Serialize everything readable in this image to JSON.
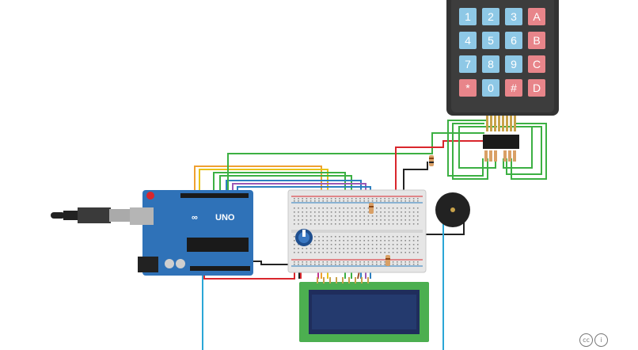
{
  "keypad": {
    "keys": [
      {
        "label": "1",
        "type": "digit"
      },
      {
        "label": "2",
        "type": "digit"
      },
      {
        "label": "3",
        "type": "digit"
      },
      {
        "label": "A",
        "type": "letter"
      },
      {
        "label": "4",
        "type": "digit"
      },
      {
        "label": "5",
        "type": "digit"
      },
      {
        "label": "6",
        "type": "digit"
      },
      {
        "label": "B",
        "type": "letter"
      },
      {
        "label": "7",
        "type": "digit"
      },
      {
        "label": "8",
        "type": "digit"
      },
      {
        "label": "9",
        "type": "digit"
      },
      {
        "label": "C",
        "type": "letter"
      },
      {
        "label": "*",
        "type": "letter"
      },
      {
        "label": "0",
        "type": "digit"
      },
      {
        "label": "#",
        "type": "letter"
      },
      {
        "label": "D",
        "type": "letter"
      }
    ]
  },
  "arduino": {
    "logo_text": "UNO",
    "brand_mark": "∞"
  },
  "license": {
    "cc": "cc",
    "by": "i"
  },
  "colors": {
    "digit_key": "#8ec8e6",
    "letter_key": "#e8858a",
    "keypad_body": "#333333",
    "arduino_board": "#2f72b8",
    "breadboard": "#e6e6e6",
    "lcd_pcb": "#4caf50",
    "lcd_screen": "#1f2d5c",
    "buzzer": "#222222",
    "wire_orange": "#f0a030",
    "wire_yellow": "#e8c21a",
    "wire_green": "#3cb043",
    "wire_blue": "#2c7fc0",
    "wire_purple": "#9b59b6",
    "wire_red": "#d9262c",
    "wire_black": "#222222",
    "wire_cyan": "#2aa6d6",
    "wire_magenta": "#c4338a"
  },
  "icons": [
    "usb-cable-icon",
    "potentiometer-icon",
    "buzzer-icon",
    "resistor-icon",
    "cc-license-icon"
  ]
}
